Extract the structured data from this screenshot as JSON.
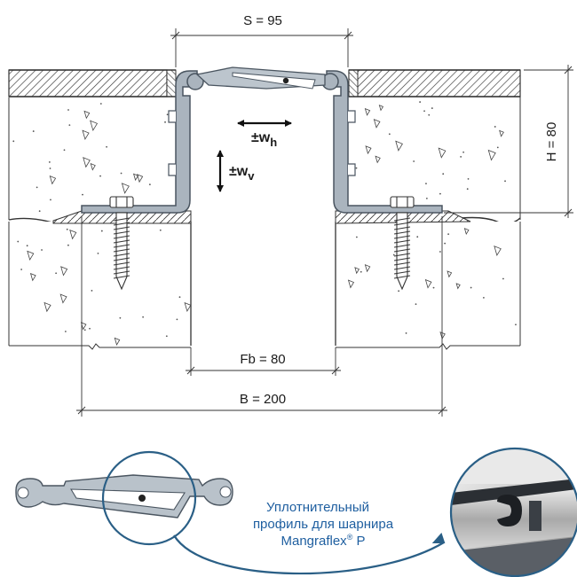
{
  "dimensions": {
    "s_label": "S = 95",
    "h_label": "H = 80",
    "fb_label": "Fb = 80",
    "b_label": "B = 200"
  },
  "movement": {
    "horizontal_prefix": "±w",
    "horizontal_sub": "h",
    "vertical_prefix": "±w",
    "vertical_sub": "v"
  },
  "caption": {
    "line1": "Уплотнительный",
    "line2": "профиль для шарнира",
    "line3_main": "Mangraflex",
    "line3_reg": "®",
    "line3_tail": " P"
  },
  "colors": {
    "profile_fill": "#aab4be",
    "profile_stroke": "#4a5560",
    "seal_fill": "#bcc5cd",
    "concrete_line": "#333333",
    "caption_blue": "#1f5fa0",
    "circle_stroke": "#2a5f86"
  }
}
